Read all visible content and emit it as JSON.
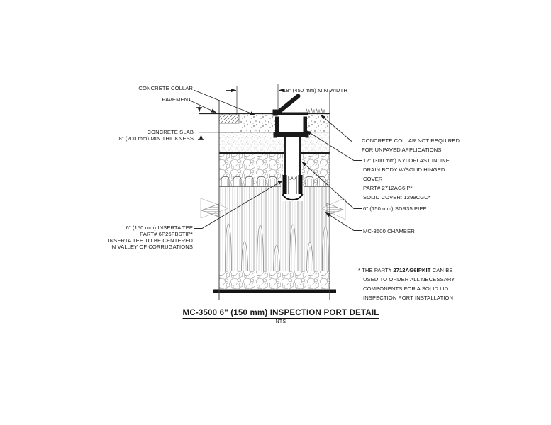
{
  "colors": {
    "ink": "#1c1c1c",
    "line_gray": "#555555",
    "texture_gray": "#9a9a9a",
    "background": "#ffffff"
  },
  "annotations": {
    "concrete_collar": "CONCRETE COLLAR",
    "pavement": "PAVEMENT",
    "concrete_slab": "CONCRETE SLAB\n8\" (200 mm) MIN THICKNESS",
    "min_width_dim": "18\" (450 mm) MIN WIDTH",
    "collar_not_required": "CONCRETE COLLAR NOT REQUIRED\nFOR UNPAVED APPLICATIONS",
    "drain_body": "12\" (300 mm) NYLOPLAST INLINE\nDRAIN BODY W/SOLID HINGED\nCOVER\nPART# 2712AG6IP*\nSOLID COVER: 1299CGC*",
    "sdr35_pipe": "6\" (150 mm) SDR35 PIPE",
    "chamber": "MC-3500 CHAMBER",
    "inserta_tee": "6\" (150 mm) INSERTA TEE\nPART# 6P26FBSTIP*\nINSERTA TEE TO BE CENTERED\nIN VALLEY OF CORRUGATIONS"
  },
  "footnote": {
    "prefix": "* THE PART# ",
    "part_bold": "2712AG6IPKIT",
    "suffix": " CAN BE\nUSED TO ORDER ALL NECESSARY\nCOMPONENTS FOR A SOLID LID\nINSPECTION PORT INSTALLATION"
  },
  "title": {
    "text": "MC-3500 6\" (150 mm) INSPECTION PORT DETAIL",
    "scale": "NTS"
  }
}
